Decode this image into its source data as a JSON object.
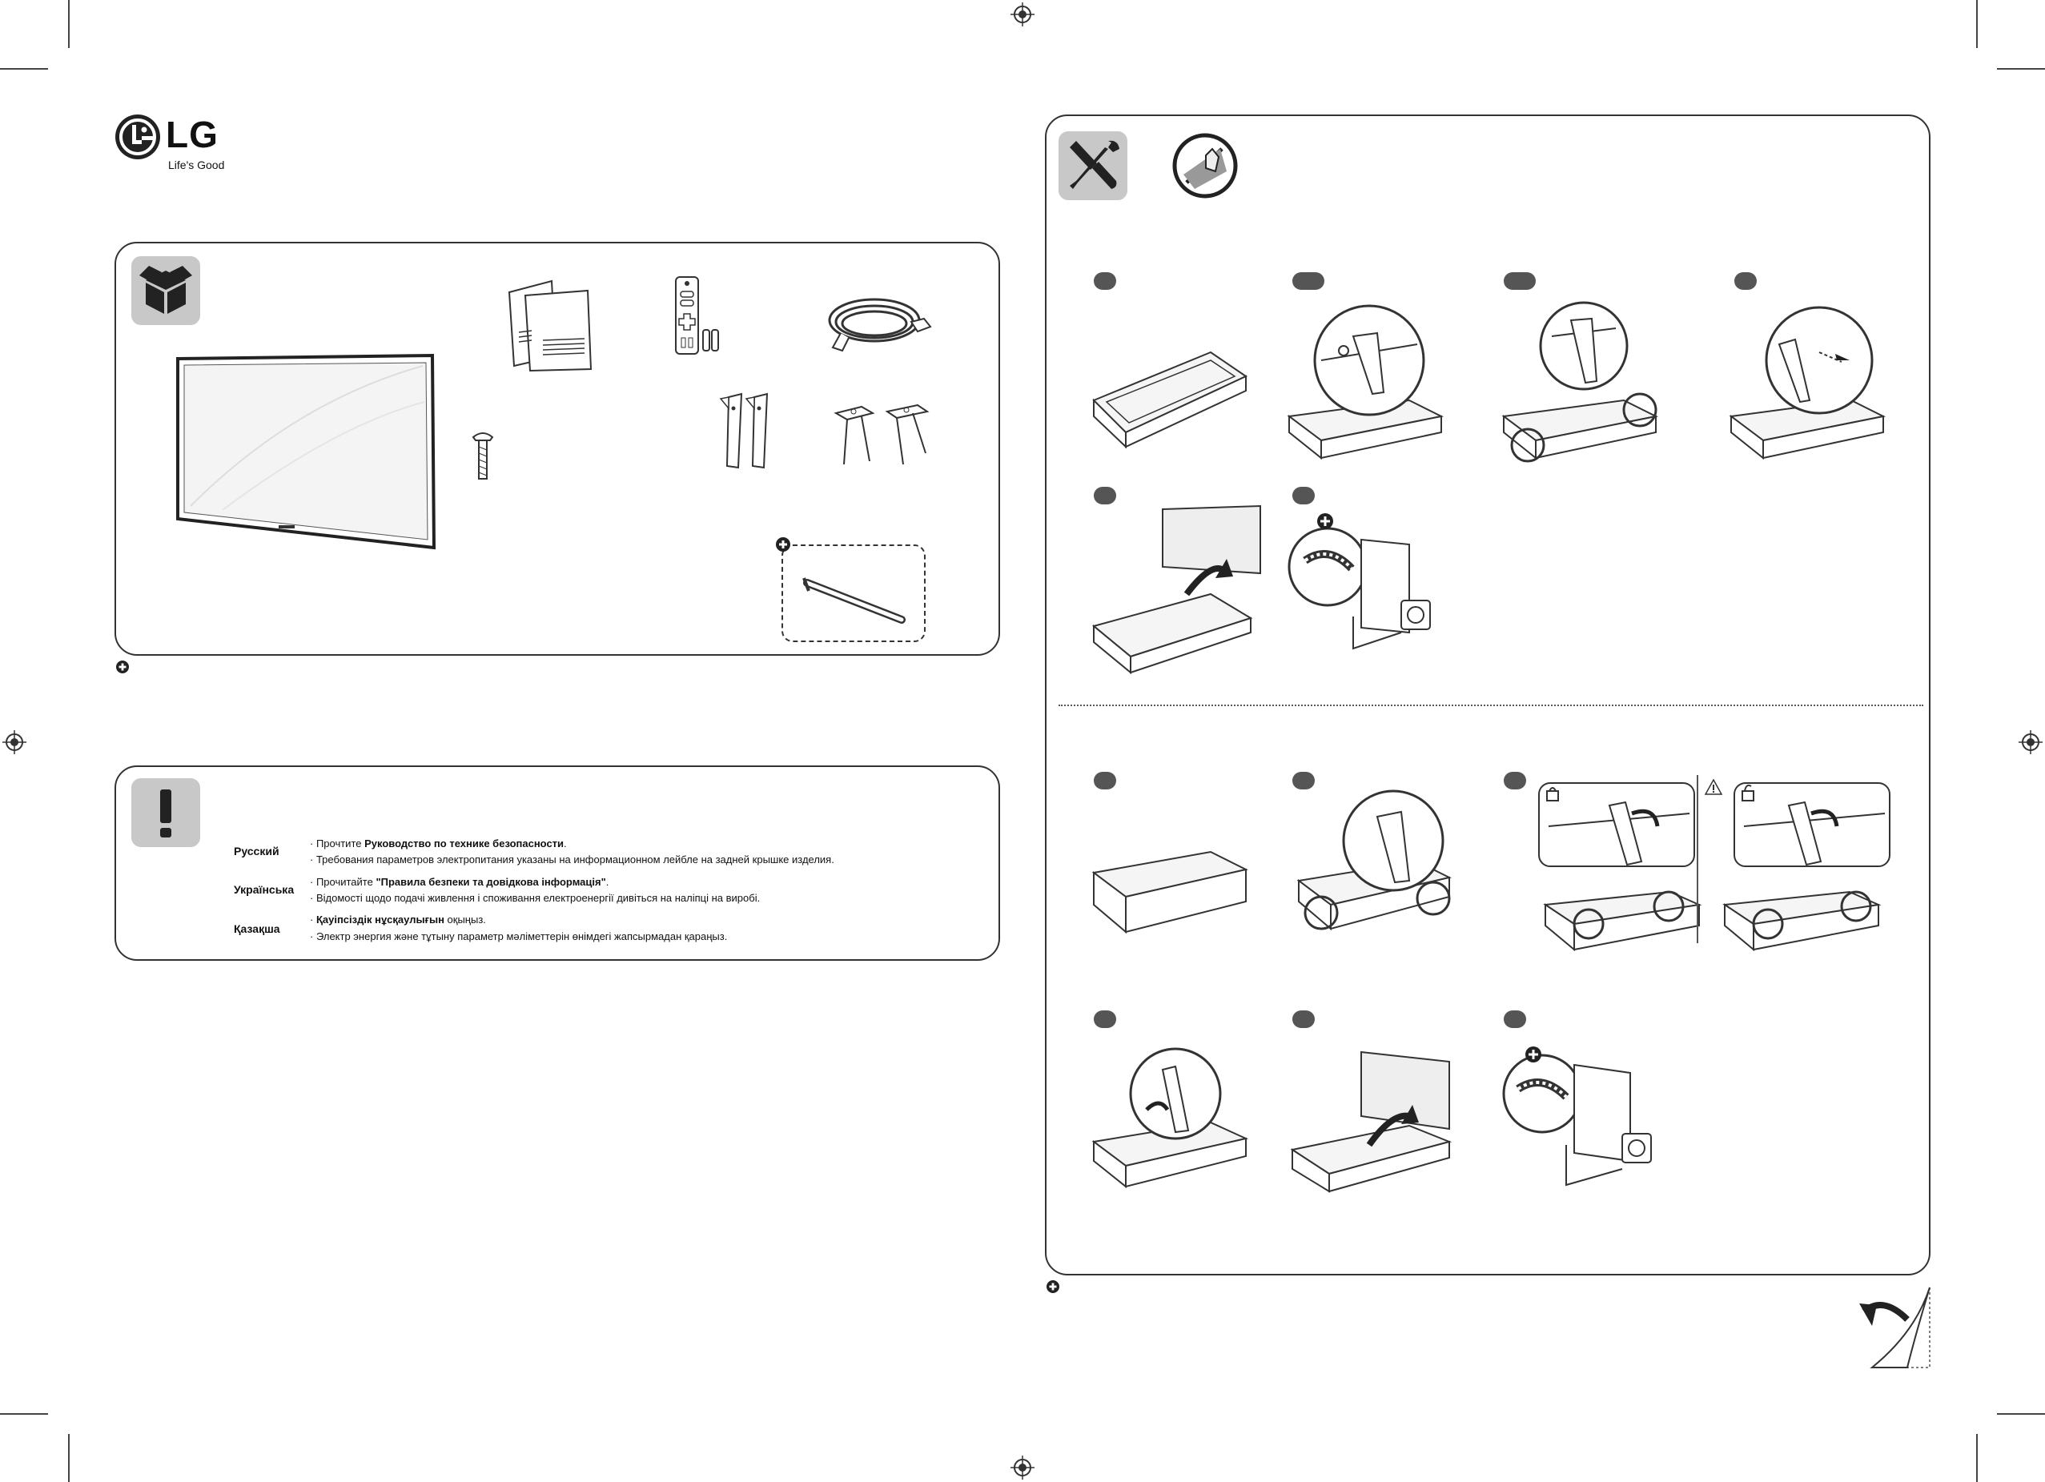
{
  "brand": {
    "logo_text": "LG",
    "tagline": "Life's Good"
  },
  "safety": {
    "languages": [
      {
        "name": "Русский",
        "line1_pre": "· Прочтите ",
        "line1_bold": "Руководство по технике безопасности",
        "line1_post": ".",
        "line2": "· Требования параметров электропитания указаны на информационном лейбле на задней крышке изделия."
      },
      {
        "name": "Українська",
        "line1_pre": "· Прочитайте ",
        "line1_bold": "\"Правила безпеки та довідкова інформація\"",
        "line1_post": ".",
        "line2": "· Відомості щодо подачі живлення і споживання електроенергії дивіться на наліпці на виробі."
      },
      {
        "name": "Қазақша",
        "line1_pre": "· ",
        "line1_bold": "Қауіпсіздік нұсқаулығын",
        "line1_post": " оқыңыз.",
        "line2": "· Электр энергия және тұтыну параметр мәліметтерін өнімдегі жапсырмадан қараңыз."
      }
    ]
  },
  "icons": {
    "package": "package-icon",
    "tools": "tools-icon",
    "no_touch_screen": "no-touch-screen-icon",
    "warning": "exclamation-icon",
    "optional_plus": "plus-circle-icon",
    "page_turn": "page-turn-icon"
  },
  "colors": {
    "badge": "#555555",
    "icon_bg": "#c8c8c8",
    "line": "#333333"
  }
}
